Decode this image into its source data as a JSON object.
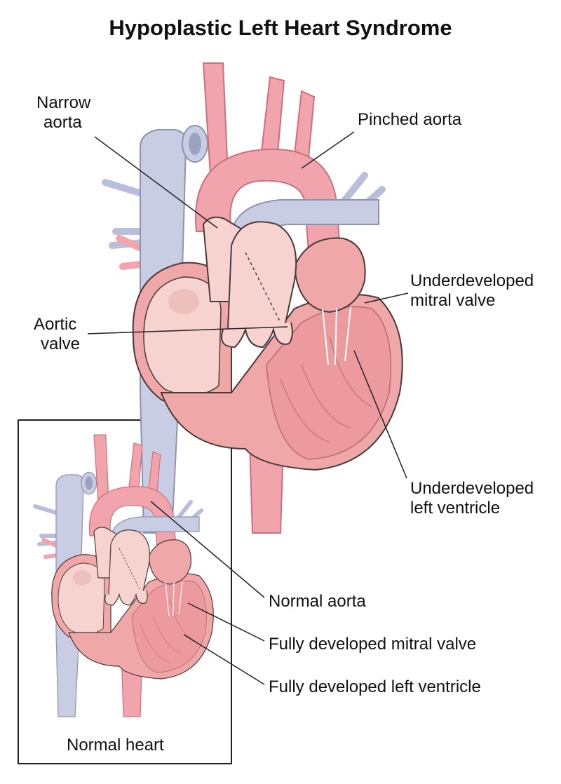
{
  "title": "Hypoplastic Left Heart Syndrome",
  "labels": {
    "narrow_aorta": [
      "Narrow",
      "aorta"
    ],
    "pinched_aorta": "Pinched aorta",
    "underdeveloped_mitral_valve": [
      "Underdeveloped",
      "mitral valve"
    ],
    "aortic_valve": [
      "Aortic",
      "valve"
    ],
    "underdeveloped_left_ventricle": [
      "Underdeveloped",
      "left ventricle"
    ],
    "normal_aorta": "Normal aorta",
    "fully_developed_mitral_valve": "Fully developed mitral valve",
    "fully_developed_left_ventricle": "Fully developed left ventricle",
    "normal_heart": "Normal heart"
  },
  "colors": {
    "artery": "#f2a4ad",
    "vein": "#c9cde3",
    "muscle": "#f0a7a8",
    "chamber": "#f7d3d0",
    "outline": "#4a3a3a"
  }
}
